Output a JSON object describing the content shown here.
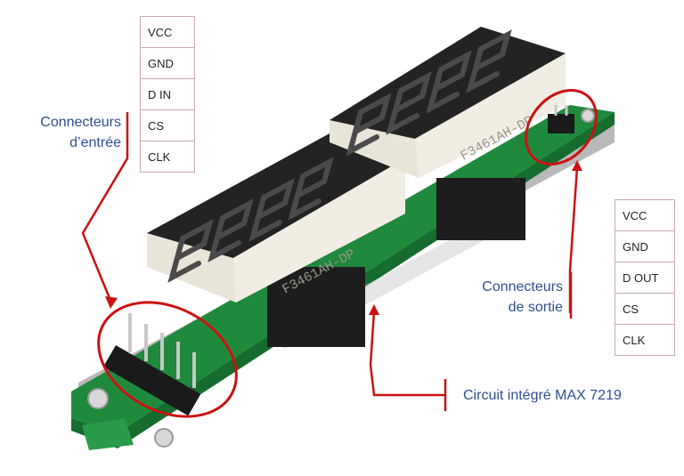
{
  "input_connector": {
    "label_line1": "Connecteurs",
    "label_line2": "d’entrée",
    "pins": [
      "VCC",
      "GND",
      "D IN",
      "CS",
      "CLK"
    ]
  },
  "output_connector": {
    "label_line1": "Connecteurs",
    "label_line2": "de sortie",
    "pins": [
      "VCC",
      "GND",
      "D OUT",
      "CS",
      "CLK"
    ]
  },
  "ic_label": "Circuit intégré MAX 7219",
  "display_part_number": "F3461AH-DP",
  "colors": {
    "accent": "#cc1111",
    "label_text": "#2f4f8f",
    "pcb": "#1f8a3c",
    "display_body": "#2a2a2a",
    "segment": "#3e3e3e"
  }
}
